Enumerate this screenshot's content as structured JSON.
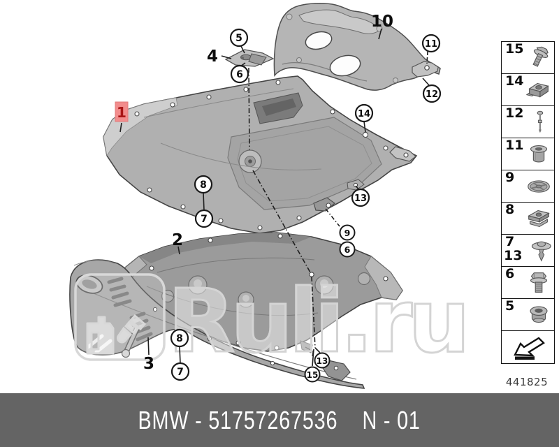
{
  "watermark": {
    "text": "Ruli.ru"
  },
  "footer": {
    "left": "BMW - 51757267536",
    "right": "N - 01",
    "bg_color": "#646464",
    "text_color": "#ffffff"
  },
  "diagram_number": "441825",
  "colors": {
    "highlight_box_bg": "#f28c8c",
    "highlight_box_text": "#a91515",
    "callout_stroke": "#1a1a1a",
    "watermark_stroke": "#d6d6d6"
  },
  "callouts": {
    "part1": "1",
    "part2": "2",
    "part3": "3",
    "part4": "4",
    "part10": "10",
    "c5": "5",
    "c6_top": "6",
    "c6_mid": "6",
    "c7_left": "7",
    "c7_bottom": "7",
    "c8_left": "8",
    "c8_bottom": "8",
    "c9": "9",
    "c11": "11",
    "c12": "12",
    "c13_right": "13",
    "c13_bottom": "13",
    "c14": "14",
    "c15": "15"
  },
  "sidebar": {
    "items": [
      {
        "label": "15",
        "icon": "flange-screw"
      },
      {
        "label": "14",
        "icon": "cage-nut"
      },
      {
        "label": "12",
        "icon": "expansion-rivet"
      },
      {
        "label": "11",
        "icon": "threaded-sleeve"
      },
      {
        "label": "9",
        "icon": "retainer-washer"
      },
      {
        "label": "8",
        "icon": "clip-nut"
      },
      {
        "label": "7",
        "label2": "13",
        "icon": "push-rivet"
      },
      {
        "label": "6",
        "icon": "hex-bolt"
      },
      {
        "label": "5",
        "icon": "grommet"
      },
      {
        "label": "",
        "icon": "direction-arrow"
      }
    ]
  }
}
